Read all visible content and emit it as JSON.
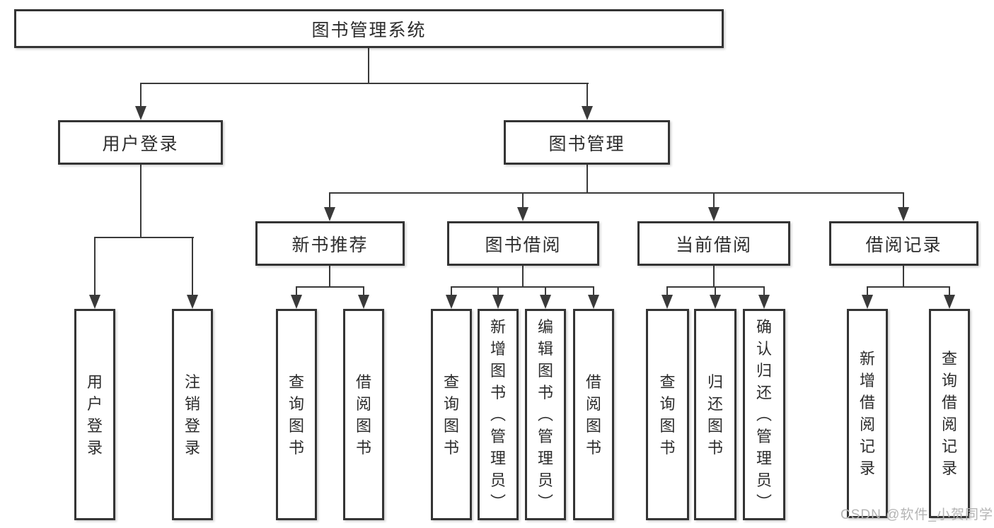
{
  "colors": {
    "background": "#ffffff",
    "border": "#343434",
    "line": "#3a3a3a",
    "text": "#2d2d2d",
    "watermark": "#b4b4b4"
  },
  "tree": {
    "root": {
      "label": "图书管理系统"
    },
    "branches": [
      {
        "label": "用户登录",
        "children": [
          {
            "label": "用户登录"
          },
          {
            "label": "注销登录"
          }
        ]
      },
      {
        "label": "图书管理",
        "children": [
          {
            "label": "新书推荐",
            "children": [
              {
                "label": "查询图书"
              },
              {
                "label": "借阅图书"
              }
            ]
          },
          {
            "label": "图书借阅",
            "children": [
              {
                "label": "查询图书"
              },
              {
                "label": "新增图书（管理员）"
              },
              {
                "label": "编辑图书（管理员）"
              },
              {
                "label": "借阅图书"
              }
            ]
          },
          {
            "label": "当前借阅",
            "children": [
              {
                "label": "查询图书"
              },
              {
                "label": "归还图书"
              },
              {
                "label": "确认归还（管理员）"
              }
            ]
          },
          {
            "label": "借阅记录",
            "children": [
              {
                "label": "新增借阅记录"
              },
              {
                "label": "查询借阅记录"
              }
            ]
          }
        ]
      }
    ]
  },
  "watermark": {
    "text": "CSDN @软件_小贺同学"
  }
}
